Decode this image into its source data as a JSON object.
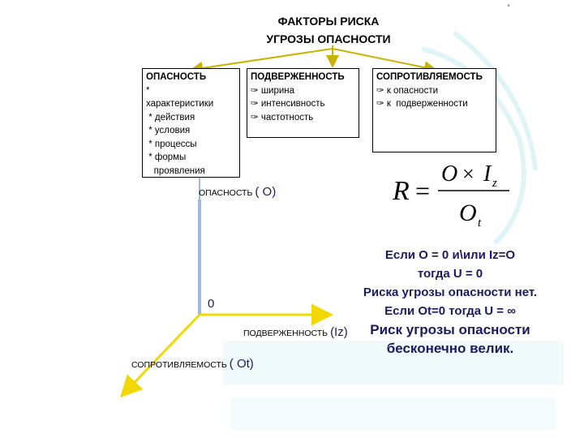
{
  "title": {
    "line1": "ФАКТОРЫ РИСКА",
    "line2": "УГРОЗЫ ОПАСНОСТИ",
    "mark": "'"
  },
  "boxes": {
    "danger": {
      "header": "ОПАСНОСТЬ",
      "lines": [
        "*",
        "характеристики",
        " * действия",
        " * условия",
        " * процессы",
        " * формы",
        "   проявления"
      ]
    },
    "exposure": {
      "header": "ПОДВЕРЖЕННОСТЬ",
      "lines": [
        "✑ ширина",
        "✑ интенсивность",
        "✑ частотность"
      ]
    },
    "resistance": {
      "header": "СОПРОТИВЛЯЕМОСТЬ",
      "lines": [
        "✑ к опасности",
        "✑ к  подверженности"
      ]
    }
  },
  "formula": {
    "lhs": "R",
    "eq": "=",
    "num_a": "O",
    "times": "×",
    "num_b": "I",
    "num_b_sub": "z",
    "den": "O",
    "den_sub": "t"
  },
  "axes": {
    "danger_label": "ОПАСНОСТЬ",
    "danger_sym": "( О)",
    "origin": "0",
    "exposure_label": "ПОДВЕРЖЕННОСТЬ",
    "exposure_sym": "(Iz)",
    "resistance_label": "СОПРОТИВЛЯЕМОСТЬ",
    "resistance_sym": "( Оt)"
  },
  "info": {
    "line1": "Если О = 0 и\\или Iz=O",
    "line2": "тогда U = 0",
    "line3": "Риска угрозы опасности нет.",
    "line4": "Если Оt=0 тогда U = ∞",
    "line5": "Риск угрозы опасности",
    "line6": "бесконечно велик."
  },
  "colors": {
    "arrow": "#c8b400",
    "axis": "#f0d800",
    "vertical_axis": "#9fb6e6",
    "text_blue": "#1a1a66",
    "watermark": "#d8f2f6"
  }
}
